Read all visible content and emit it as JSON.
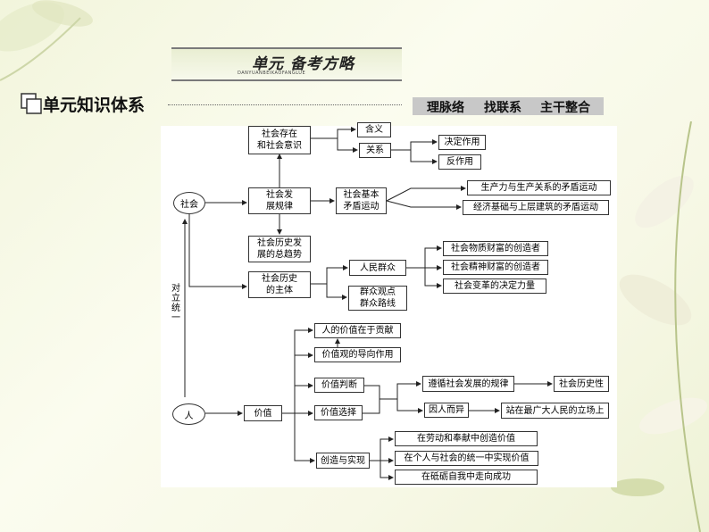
{
  "header": {
    "banner_main": "单元 备考方略",
    "banner_sub": "DANYUANBEIKAOFANGLUE",
    "section_title": "单元知识体系",
    "tags": [
      "理脉络",
      "找联系",
      "主干整合"
    ]
  },
  "diagram": {
    "society": "社会",
    "person": "人",
    "relation_label": "对立统一",
    "n_exist": "社会存在\n和社会意识",
    "n_meaning": "含义",
    "n_relation": "关系",
    "n_decisive": "决定作用",
    "n_reaction": "反作用",
    "n_law": "社会发\n展规律",
    "n_basic": "社会基本\n矛盾运动",
    "n_prod": "生产力与生产关系的矛盾运动",
    "n_econ": "经济基础与上层建筑的矛盾运动",
    "n_trend": "社会历史发\n展的总趋势",
    "n_subject": "社会历史\n的主体",
    "n_masses": "人民群众",
    "n_mass_view": "群众观点\n群众路线",
    "n_material": "社会物质财富的创造者",
    "n_spiritual": "社会精神财富的创造者",
    "n_change": "社会变革的决定力量",
    "n_value": "价值",
    "n_contrib": "人的价值在于贡献",
    "n_guide": "价值观的导向作用",
    "n_judge": "价值判断",
    "n_choice": "价值选择",
    "n_follow": "遵循社会发展的规律",
    "n_history": "社会历史性",
    "n_vary": "因人而异",
    "n_stand": "站在最广大人民的立场上",
    "n_create": "创造与实现",
    "n_labor": "在劳动和奉献中创造价值",
    "n_unity": "在个人与社会的统一中实现价值",
    "n_success": "在砥砺自我中走向成功"
  }
}
